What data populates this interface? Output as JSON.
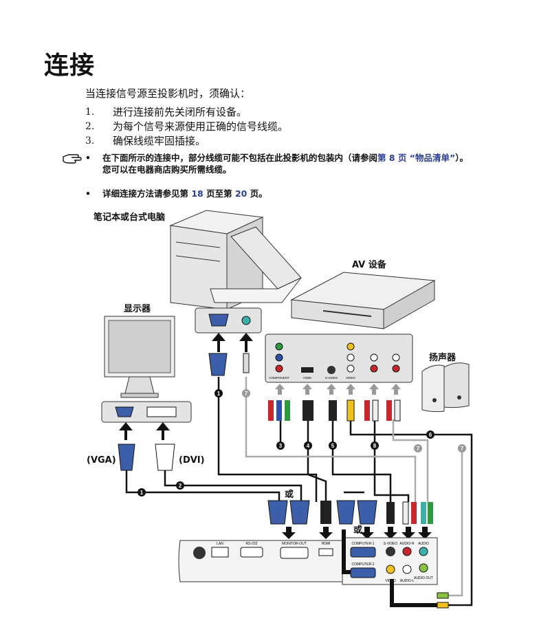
{
  "title": "连接",
  "intro": "当连接信号源至投影机时，须确认：",
  "steps": [
    {
      "num": "1.",
      "text": "进行连接前先关闭所有设备。"
    },
    {
      "num": "2.",
      "text": "为每个信号来源使用正确的信号线缆。"
    },
    {
      "num": "3.",
      "text": "确保线缆牢固插接。"
    }
  ],
  "notes": {
    "note1_pre": "在下面所示的连接中，部分线缆可能不包括在此投影机的包装内（请参阅",
    "note1_link": "第 8 页 “物品清单”",
    "note1_post": "）。",
    "note1_line2": "您可以在电器商店购买所需线缆。",
    "note2_pre": "详细连接方法请参见第 ",
    "note2_p1": "18",
    "note2_mid": " 页至第 ",
    "note2_p2": "20",
    "note2_post": " 页。"
  },
  "diagram": {
    "label_computer": "笔记本或台式电脑",
    "label_av": "AV 设备",
    "label_monitor": "显示器",
    "label_speakers": "扬声器",
    "label_vga": "(VGA)",
    "label_dvi": "(DVI)",
    "or_1": "或",
    "or_2": "或",
    "port_lan": "LAN",
    "port_rs232": "RS-232",
    "port_monitor_out": "MONITOR-OUT",
    "port_hdmi": "HDMI",
    "port_computer1": "COMPUTER-1",
    "port_computer2": "COMPUTER-2",
    "port_svideo": "S-VIDEO",
    "port_audio_r": "AUDIO-R",
    "port_audio": "AUDIO",
    "port_video": "VIDEO",
    "port_audio_l": "AUDIO-L",
    "port_audio_out": "AUDIO OUT",
    "av_component": "COMPONENT",
    "av_hdmi": "HDMI",
    "av_svideo": "S-VIDEO",
    "av_video": "VIDEO",
    "num1a": "1",
    "num1b": "1",
    "num2": "2",
    "num3": "3",
    "num4": "4",
    "num5": "5",
    "num6": "6",
    "num7a": "7",
    "num7b": "7",
    "num7c": "7",
    "num8": "8"
  }
}
